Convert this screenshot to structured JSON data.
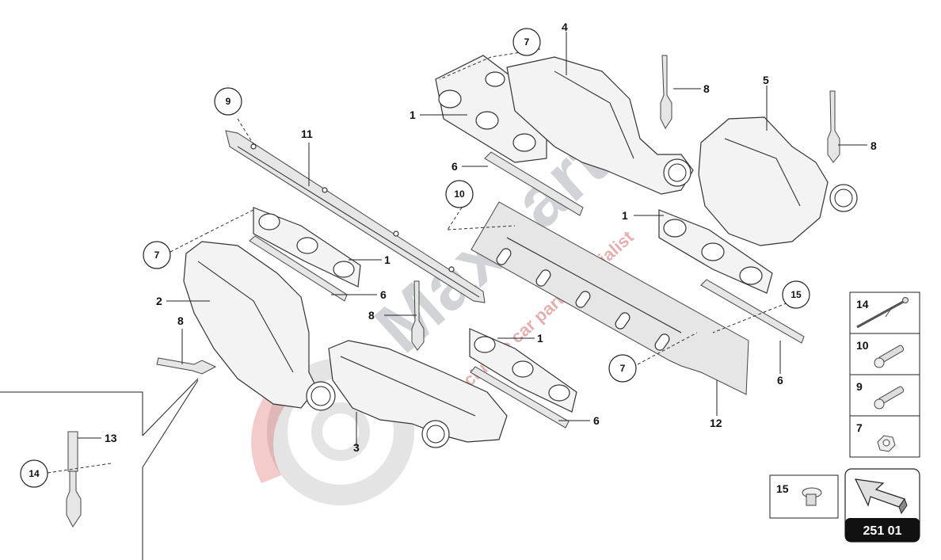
{
  "diagram": {
    "page_number": "251 01",
    "watermark": {
      "brand": "Maxparts",
      "tagline": "exclusive car parts specialist"
    },
    "callouts": [
      {
        "id": "c1a",
        "num": "1"
      },
      {
        "id": "c1b",
        "num": "1"
      },
      {
        "id": "c1c",
        "num": "1"
      },
      {
        "id": "c1d",
        "num": "1"
      },
      {
        "id": "c2",
        "num": "2"
      },
      {
        "id": "c3",
        "num": "3"
      },
      {
        "id": "c4",
        "num": "4"
      },
      {
        "id": "c5",
        "num": "5"
      },
      {
        "id": "c6a",
        "num": "6"
      },
      {
        "id": "c6b",
        "num": "6"
      },
      {
        "id": "c6c",
        "num": "6"
      },
      {
        "id": "c6d",
        "num": "6"
      },
      {
        "id": "c8a",
        "num": "8"
      },
      {
        "id": "c8b",
        "num": "8"
      },
      {
        "id": "c8c",
        "num": "8"
      },
      {
        "id": "c8d",
        "num": "8"
      },
      {
        "id": "c11",
        "num": "11"
      },
      {
        "id": "c12",
        "num": "12"
      },
      {
        "id": "c13",
        "num": "13"
      }
    ],
    "circled": [
      {
        "id": "k7a",
        "num": "7"
      },
      {
        "id": "k7b",
        "num": "7"
      },
      {
        "id": "k7c",
        "num": "7"
      },
      {
        "id": "k9",
        "num": "9"
      },
      {
        "id": "k10",
        "num": "10"
      },
      {
        "id": "k14",
        "num": "14"
      },
      {
        "id": "k15",
        "num": "15"
      }
    ],
    "legend": [
      {
        "num": "14",
        "icon": "long-bolt-icon"
      },
      {
        "num": "10",
        "icon": "stud-bolt-icon"
      },
      {
        "num": "9",
        "icon": "bolt-icon"
      },
      {
        "num": "7",
        "icon": "hex-nut-icon"
      }
    ],
    "legend_extra": {
      "num": "15",
      "icon": "flange-screw-icon"
    },
    "nav_icon": "arrow-back-icon"
  }
}
